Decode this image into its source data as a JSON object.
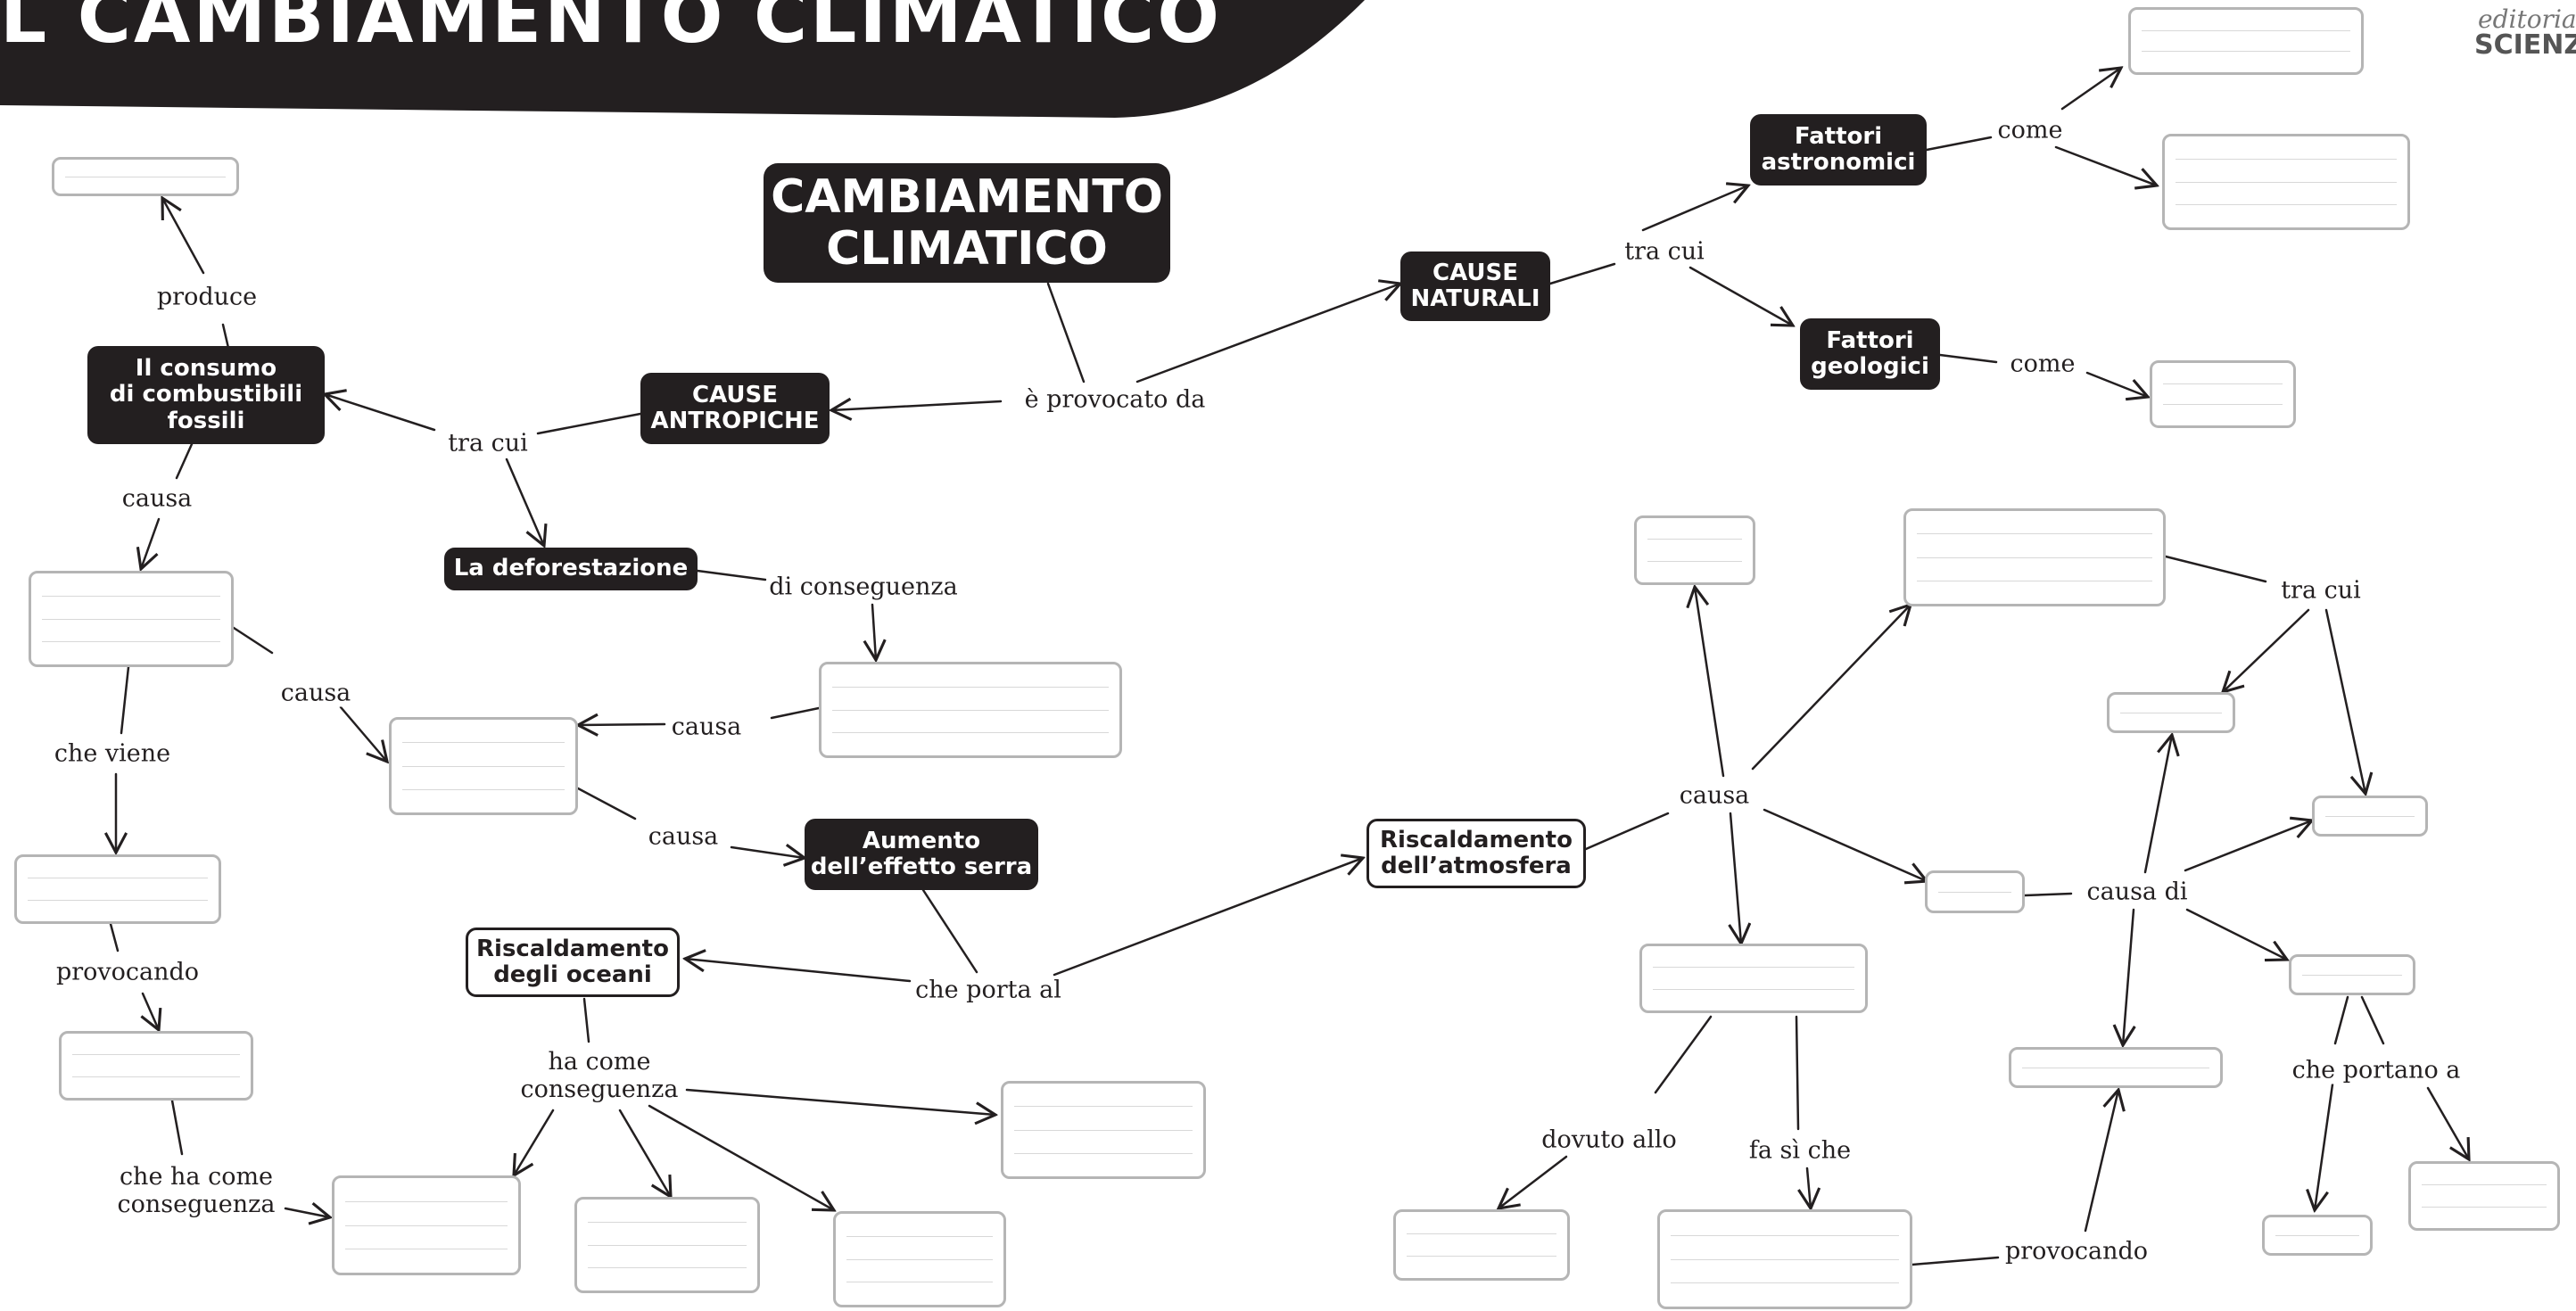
{
  "header": {
    "title": "L CAMBIAMENTO CLIMATICO",
    "banner_color": "#231f20",
    "publisher_logo": [
      "editorial",
      "SCIENZA"
    ]
  },
  "colors": {
    "node_dark": "#231f20",
    "node_text": "#ffffff",
    "blank_border": "#b5b5b5",
    "line": "#231f20"
  },
  "nodes": {
    "main": "CAMBIAMENTO\nCLIMATICO",
    "cause_naturali": "CAUSE\nNATURALI",
    "cause_antropiche": "CAUSE\nANTROPICHE",
    "fattori_astronomici": "Fattori\nastronomici",
    "fattori_geologici": "Fattori\ngeologici",
    "combustibili": "Il consumo\ndi combustibili\nfossili",
    "deforestazione": "La deforestazione",
    "effetto_serra": "Aumento\ndell’effetto serra",
    "riscaldamento_oceani": "Riscaldamento\ndegli oceani",
    "riscaldamento_atmosfera": "Riscaldamento\ndell’atmosfera"
  },
  "links": {
    "provocato_da": "è provocato da",
    "tra_cui_naturali": "tra cui",
    "come_astro": "come",
    "come_geo": "come",
    "tra_cui_antropiche": "tra cui",
    "produce": "produce",
    "causa_comb": "causa",
    "di_conseguenza": "di conseguenza",
    "causa_a": "causa",
    "causa_b": "causa",
    "causa_c": "causa",
    "che_viene": "che viene",
    "provocando_left": "provocando",
    "che_ha_come": "che ha come\nconseguenza",
    "che_porta_al": "che porta al",
    "ha_come": "ha come\nconseguenza",
    "causa_atm": "causa",
    "tra_cui_right": "tra cui",
    "causa_di": "causa di",
    "che_portano_a": "che portano a",
    "dovuto_allo": "dovuto allo",
    "fa_si_che": "fa sì che",
    "provocando_right": "provocando"
  }
}
